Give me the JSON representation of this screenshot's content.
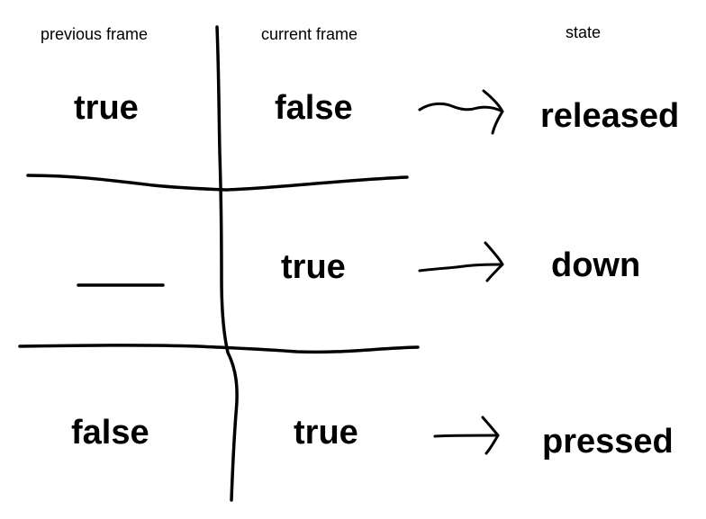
{
  "headers": {
    "previous": "previous frame",
    "current": "current frame",
    "state": "state"
  },
  "rows": [
    {
      "previous": "true",
      "current": "false",
      "state": "released"
    },
    {
      "previous": "",
      "current": "true",
      "state": "down"
    },
    {
      "previous": "false",
      "current": "true",
      "state": "pressed"
    }
  ],
  "ink_color": "#000000",
  "background_color": "#ffffff"
}
